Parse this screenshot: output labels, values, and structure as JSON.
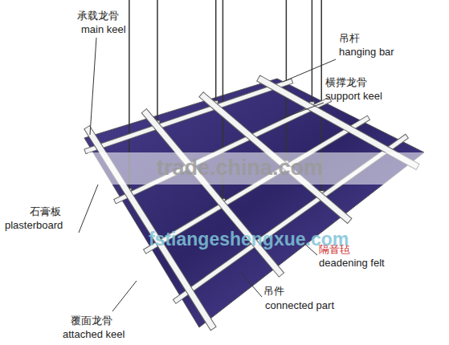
{
  "diagram": {
    "labels": [
      "承载龙骨",
      "main keel",
      "吊杆",
      "hanging bar",
      "横撑龙骨",
      "support keel",
      "石膏板",
      "plasterboard",
      "隔音毡",
      "deadening felt",
      "吊件",
      "connected part",
      "覆面龙骨",
      "attached keel",
      "trade.china.com",
      "fstiangeshengxue.com"
    ]
  }
}
